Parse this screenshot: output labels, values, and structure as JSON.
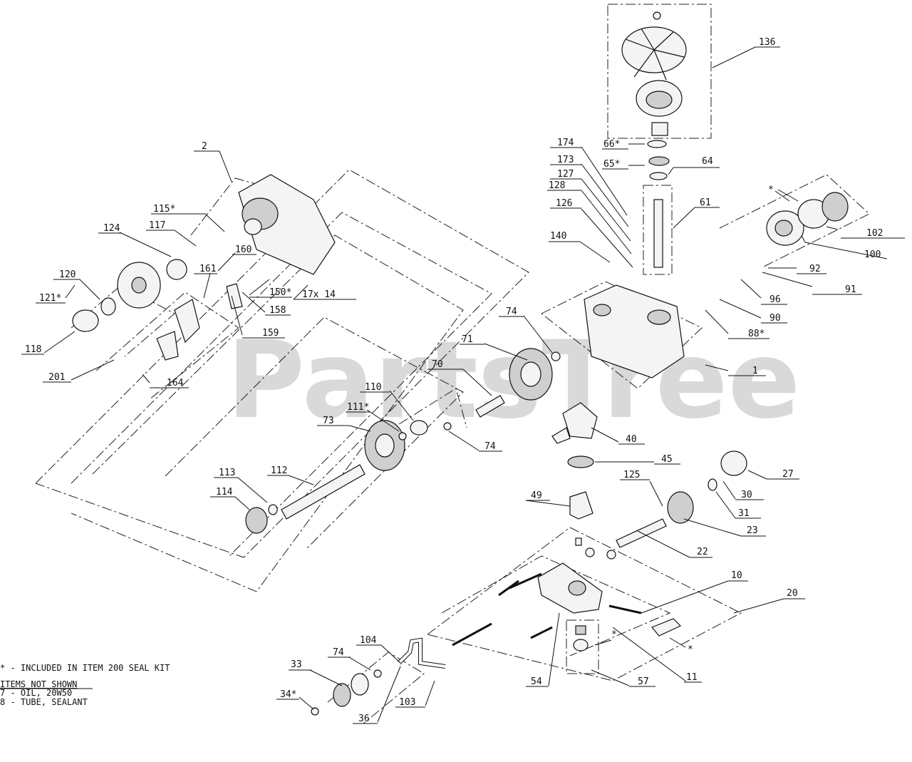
{
  "watermark": "PartsTree",
  "callouts": [
    {
      "id": "c136",
      "text": "136"
    },
    {
      "id": "c66",
      "text": "66*"
    },
    {
      "id": "c65",
      "text": "65*"
    },
    {
      "id": "c64",
      "text": "64"
    },
    {
      "id": "c174",
      "text": "174"
    },
    {
      "id": "c173",
      "text": "173"
    },
    {
      "id": "c127",
      "text": "127"
    },
    {
      "id": "c128",
      "text": "128"
    },
    {
      "id": "c126",
      "text": "126"
    },
    {
      "id": "c61",
      "text": "61"
    },
    {
      "id": "c140",
      "text": "140"
    },
    {
      "id": "c102",
      "text": "102"
    },
    {
      "id": "c100",
      "text": "100"
    },
    {
      "id": "c92",
      "text": "92"
    },
    {
      "id": "c91",
      "text": "91"
    },
    {
      "id": "c96",
      "text": "96"
    },
    {
      "id": "c90",
      "text": "90"
    },
    {
      "id": "c88",
      "text": "88*"
    },
    {
      "id": "c1",
      "text": "1"
    },
    {
      "id": "c2",
      "text": "2"
    },
    {
      "id": "c115",
      "text": "115*"
    },
    {
      "id": "c124",
      "text": "124"
    },
    {
      "id": "c117",
      "text": "117"
    },
    {
      "id": "c160",
      "text": "160"
    },
    {
      "id": "c161",
      "text": "161"
    },
    {
      "id": "c120",
      "text": "120"
    },
    {
      "id": "c121",
      "text": "121*"
    },
    {
      "id": "c150",
      "text": "150*"
    },
    {
      "id": "c17",
      "text": "17x 14"
    },
    {
      "id": "c158",
      "text": "158"
    },
    {
      "id": "c159",
      "text": "159"
    },
    {
      "id": "c118",
      "text": "118"
    },
    {
      "id": "c164",
      "text": "164"
    },
    {
      "id": "c201",
      "text": "201"
    },
    {
      "id": "c74a",
      "text": "74"
    },
    {
      "id": "c71",
      "text": "71"
    },
    {
      "id": "c70",
      "text": "70"
    },
    {
      "id": "c110",
      "text": "110"
    },
    {
      "id": "c111",
      "text": "111*"
    },
    {
      "id": "c73",
      "text": "73"
    },
    {
      "id": "c74b",
      "text": "74"
    },
    {
      "id": "c40",
      "text": "40"
    },
    {
      "id": "c45",
      "text": "45"
    },
    {
      "id": "c27",
      "text": "27"
    },
    {
      "id": "c125",
      "text": "125"
    },
    {
      "id": "c30",
      "text": "30"
    },
    {
      "id": "c49",
      "text": "49"
    },
    {
      "id": "c31",
      "text": "31"
    },
    {
      "id": "c113",
      "text": "113"
    },
    {
      "id": "c112",
      "text": "112"
    },
    {
      "id": "c114",
      "text": "114"
    },
    {
      "id": "c23",
      "text": "23"
    },
    {
      "id": "c22",
      "text": "22"
    },
    {
      "id": "c10",
      "text": "10"
    },
    {
      "id": "c20",
      "text": "20"
    },
    {
      "id": "c104",
      "text": "104"
    },
    {
      "id": "c74c",
      "text": "74"
    },
    {
      "id": "c33",
      "text": "33"
    },
    {
      "id": "c34",
      "text": "34*"
    },
    {
      "id": "c36",
      "text": "36"
    },
    {
      "id": "c103",
      "text": "103"
    },
    {
      "id": "c54",
      "text": "54"
    },
    {
      "id": "c57",
      "text": "57"
    },
    {
      "id": "c11",
      "text": "11"
    },
    {
      "id": "c102star",
      "text": "*"
    },
    {
      "id": "c57star",
      "text": "*"
    },
    {
      "id": "c20star",
      "text": "*"
    }
  ],
  "notes": {
    "seal_kit": "* - INCLUDED IN ITEM 200 SEAL KIT",
    "not_shown_heading": "ITEMS NOT SHOWN",
    "not_shown_1": "7 - OIL, 20W50",
    "not_shown_2": "8 - TUBE, SEALANT"
  }
}
